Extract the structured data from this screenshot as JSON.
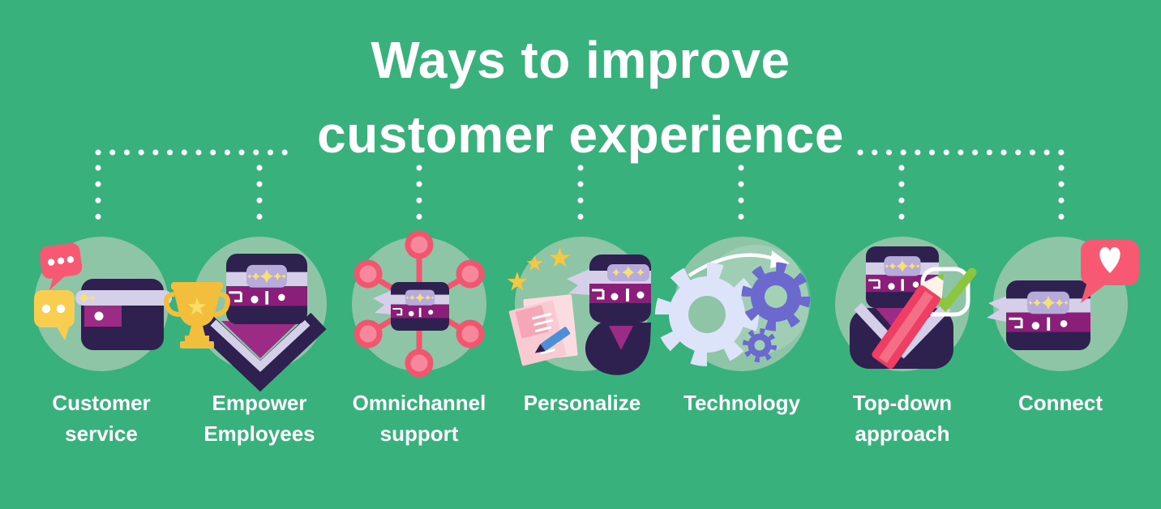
{
  "title": {
    "line1": "Ways to improve",
    "line2": "customer experience"
  },
  "items": [
    {
      "name": "customer-service",
      "label": "Customer service",
      "label_line1": "Customer",
      "label_line2": "service",
      "icon": "chat-bubbles-crm-icon"
    },
    {
      "name": "empower-employees",
      "label": "Empower Employees",
      "label_line1": "Empower",
      "label_line2": "Employees",
      "icon": "trophy-robot-icon"
    },
    {
      "name": "omnichannel-support",
      "label": "Omnichannel support",
      "label_line1": "Omnichannel",
      "label_line2": "support",
      "icon": "network-hub-icon"
    },
    {
      "name": "personalize",
      "label": "Personalize",
      "label_line1": "Personalize",
      "label_line2": "",
      "icon": "robot-writing-notes-icon"
    },
    {
      "name": "technology",
      "label": "Technology",
      "label_line1": "Technology",
      "label_line2": "",
      "icon": "gears-icon"
    },
    {
      "name": "top-down-approach",
      "label": "Top-down approach",
      "label_line1": "Top-down",
      "label_line2": "approach",
      "icon": "robot-pencil-checkbox-icon"
    },
    {
      "name": "connect",
      "label": "Connect",
      "label_line1": "Connect",
      "label_line2": "",
      "icon": "robot-heart-message-icon"
    }
  ],
  "colors": {
    "background": "#38B17D",
    "icon_circle": "#8EC5A7",
    "text": "#FFFFFF",
    "navy": "#2E2150",
    "purple": "#8A1E78",
    "magenta": "#9C2B86",
    "lavender": "#D5CFE9",
    "badge_lavender": "#B7ABDB",
    "sparkle_yellow": "#F6E176",
    "pink": "#F85972",
    "node_pink_dark": "#F0566E",
    "node_pink_light": "#F6889B",
    "yellow": "#F7CE50",
    "gold": "#F2BE3B",
    "gold_light": "#F8DE6B",
    "star_yellow": "#F5C93D",
    "paper_pink": "#F8CBD3",
    "paper_pink_light": "#FBDCE1",
    "paper_sticky": "#F5A7B8",
    "pencil_blue": "#4D8FD6",
    "indigo": "#6B69CE",
    "gear_light": "#DDE3F8",
    "pencil_pink": "#EF3E63",
    "pencil_pink_light": "#F46E86",
    "check_green": "#8CC63F"
  }
}
